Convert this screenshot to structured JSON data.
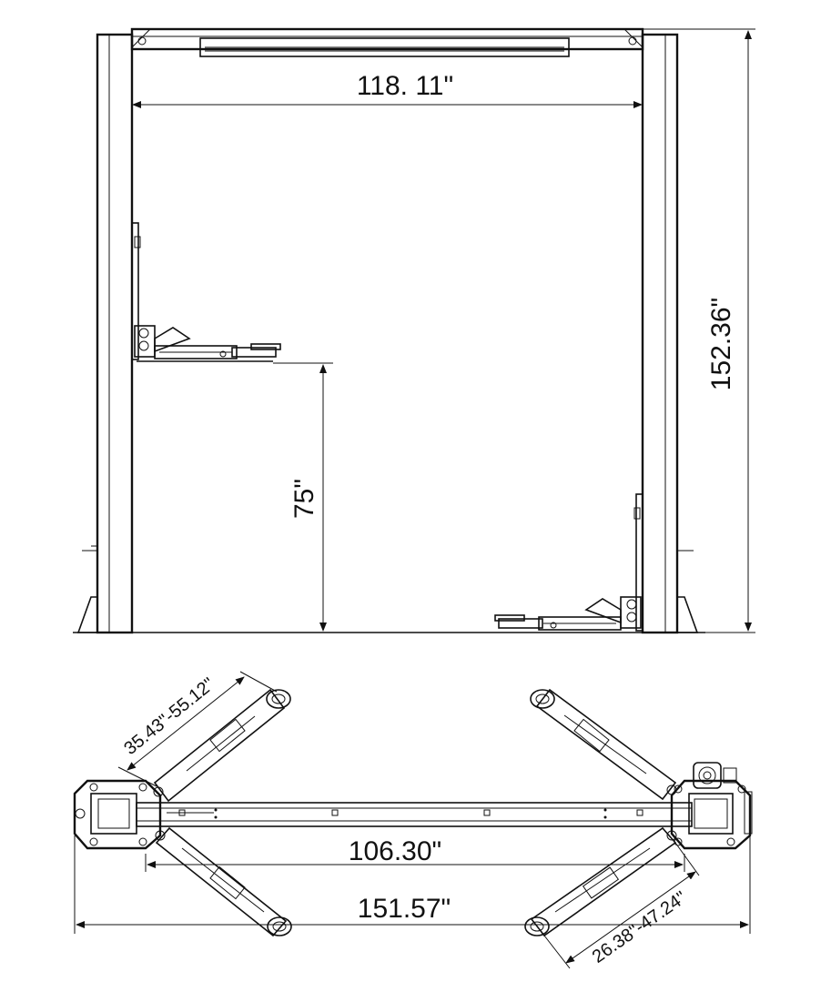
{
  "front_view": {
    "width_between_columns": "118. 11\"",
    "overall_height": "152.36\"",
    "max_lift_height": "75\""
  },
  "top_view": {
    "front_arm_range": "35.43\"-55.12\"",
    "rear_arm_range": "26.38\"-47.24\"",
    "inner_width": "106.30\"",
    "overall_width": "151.57\""
  }
}
